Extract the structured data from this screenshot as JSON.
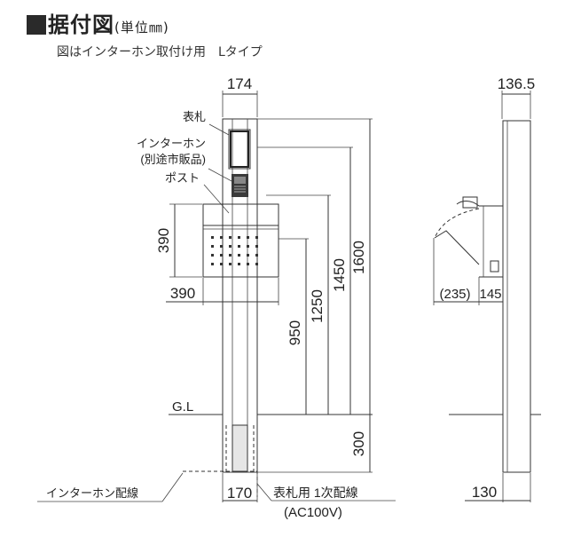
{
  "title": {
    "main": "据付図",
    "unit": "(単位㎜)"
  },
  "subtitle": "図はインターホン取付け用　Lタイプ",
  "front": {
    "labels": {
      "nameplate": "表札",
      "intercom": "インターホン",
      "intercom_note": "(別途市販品)",
      "post": "ポスト",
      "gl": "G.L",
      "intercom_wiring": "インターホン配線",
      "nameplate_wiring": "表札用 1次配線",
      "voltage": "(AC100V)"
    },
    "dims": {
      "width_top": "174",
      "post_height": "390",
      "post_width": "390",
      "h950": "950",
      "h1250": "1250",
      "h1450": "1450",
      "h1600": "1600",
      "depth300": "300",
      "base170": "170"
    }
  },
  "side": {
    "dims": {
      "top": "136.5",
      "open": "(235)",
      "d145": "145",
      "base": "130"
    }
  }
}
